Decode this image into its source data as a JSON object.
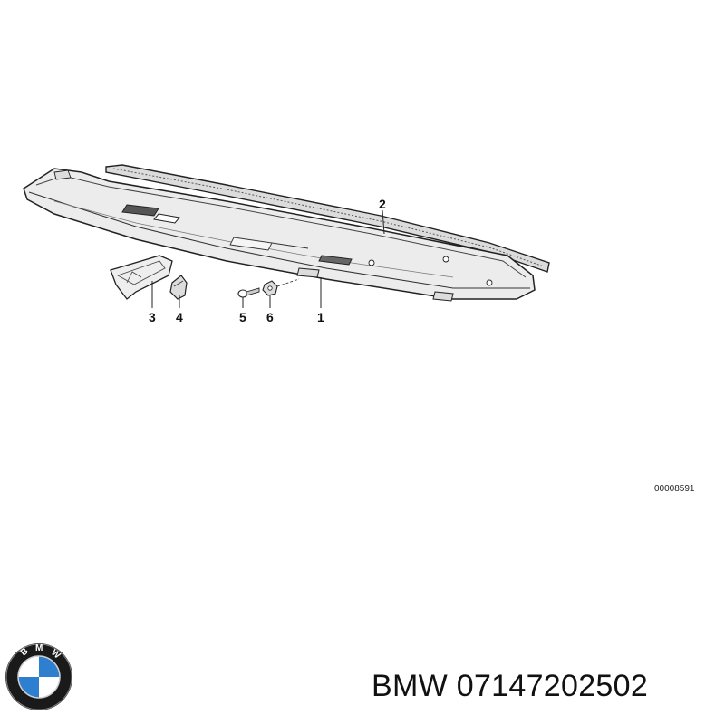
{
  "diagram": {
    "callouts": {
      "c1": "1",
      "c2": "2",
      "c3": "3",
      "c4": "4",
      "c5": "5",
      "c6": "6"
    },
    "diagram_id": "00008591"
  },
  "logo": {
    "letters": "BMW",
    "colors": {
      "ring": "#1a1a1a",
      "blue": "#2f7fd0",
      "white": "#ffffff"
    }
  },
  "caption": {
    "brand": "BMW",
    "part_number": "07147202502",
    "text": "BMW 07147202502"
  }
}
